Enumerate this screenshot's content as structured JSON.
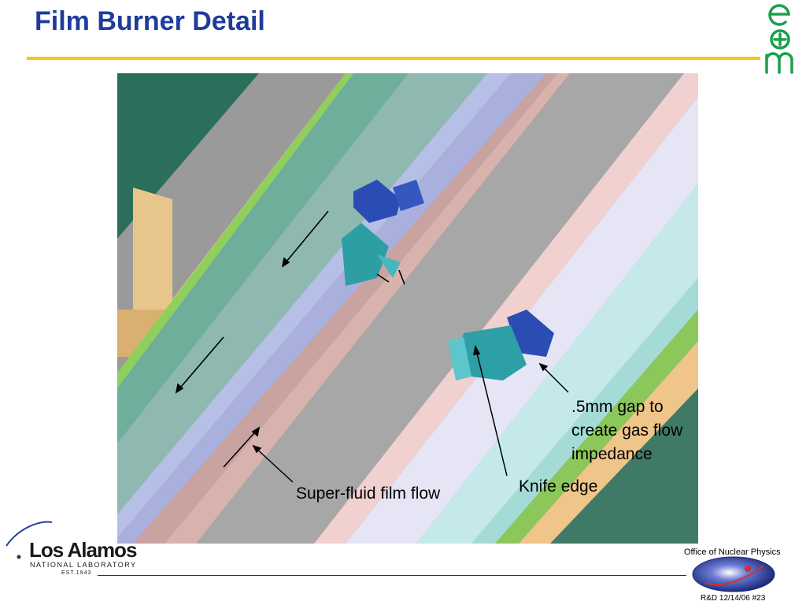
{
  "header": {
    "title": "Film Burner Detail"
  },
  "labels": {
    "gap": ".5mm gap to create gas flow impedance",
    "knife": "Knife edge",
    "film": "Super-fluid film flow"
  },
  "footer": {
    "org_logo_name": "Los Alamos",
    "org_logo_sub": "NATIONAL LABORATORY",
    "org_logo_est": "EST.1943",
    "office": "Office of Nuclear Physics",
    "slide_info": "R&D 12/14/06  #23"
  },
  "colors": {
    "title": "#1f3c9c",
    "rule": "#f5c518",
    "logo_green": "#1aa04a"
  },
  "icons": [
    "emm-logo-icon",
    "lanl-logo-icon",
    "nuclear-physics-logo-icon"
  ]
}
